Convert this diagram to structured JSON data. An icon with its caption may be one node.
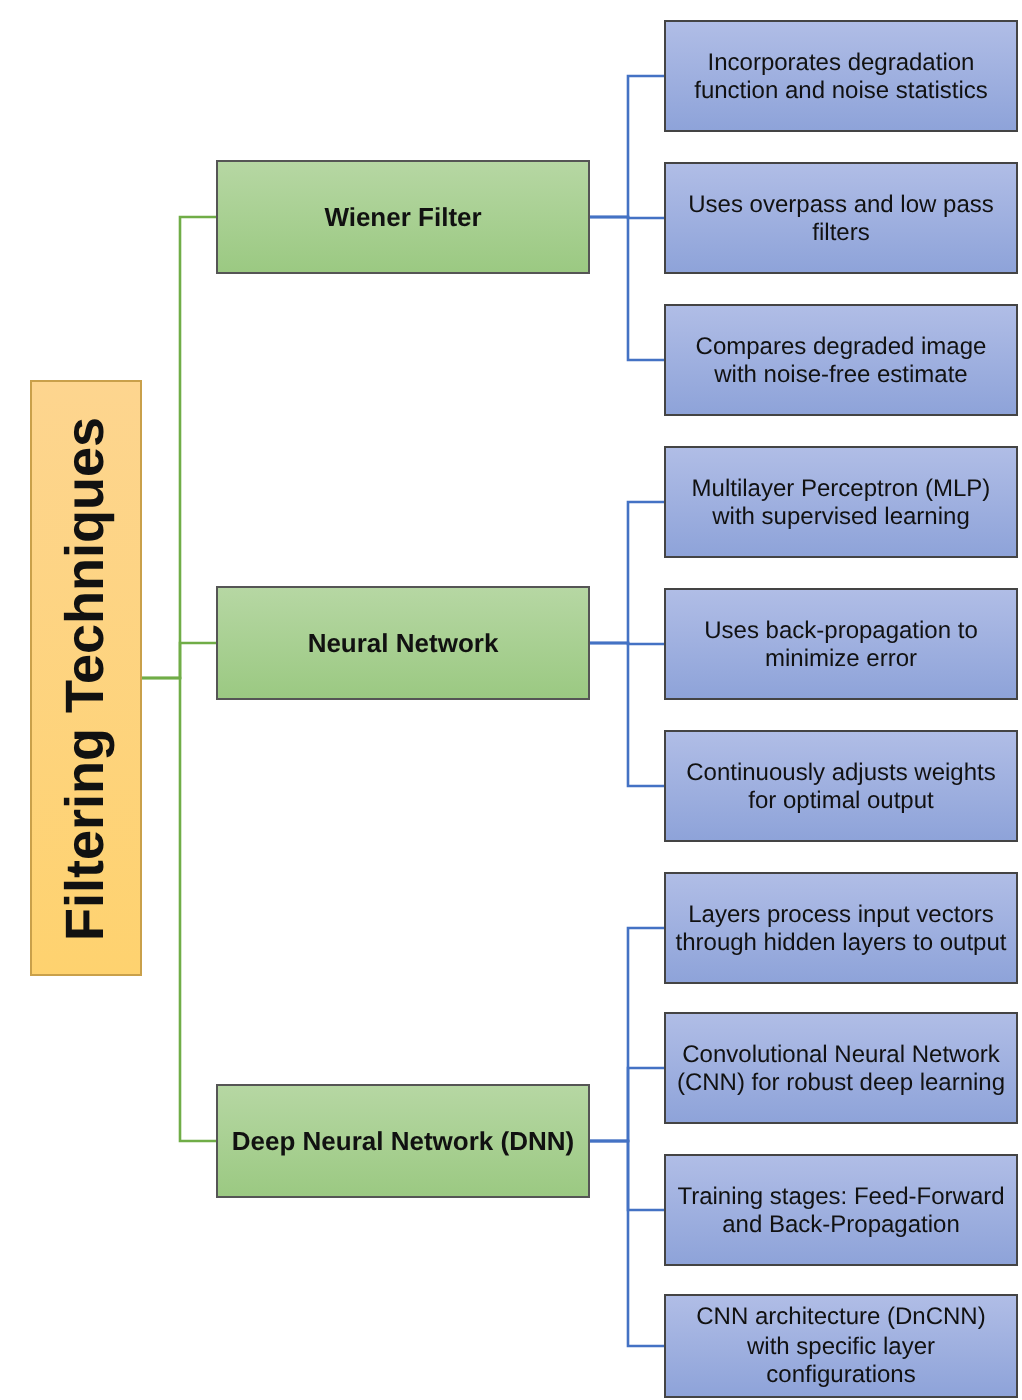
{
  "diagram": {
    "nodes": [
      {
        "text": [
          "Filtering Techniques"
        ]
      },
      {
        "text": [
          "Wiener Filter"
        ]
      },
      {
        "text": [
          "Incorporates degradation function and noise statistics"
        ]
      },
      {
        "text": [
          "Uses overpass and low pass filters"
        ]
      },
      {
        "text": [
          "Compares degraded image with noise-free estimate"
        ]
      },
      {
        "text": [
          "Neural Network"
        ]
      },
      {
        "text": [
          "Multilayer Perceptron (MLP) with supervised learning"
        ]
      },
      {
        "text": [
          "Uses back-propagation to minimize error"
        ]
      },
      {
        "text": [
          "Continuously adjusts weights for optimal output"
        ]
      },
      {
        "text": [
          "Deep Neural Network (DNN)"
        ]
      },
      {
        "text": [
          "Layers process input vectors through hidden layers to output"
        ]
      },
      {
        "text": [
          "Convolutional Neural Network (CNN) for robust deep learning"
        ]
      },
      {
        "text": [
          "Training stages: Feed-Forward and Back-Propagation"
        ]
      },
      {
        "text": [
          "CNN architecture (DnCNN) with specific layer configurations"
        ]
      }
    ],
    "edges": [
      {
        "from": 0,
        "to": 1,
        "arrow": "none",
        "color": "#70ad47"
      },
      {
        "from": 0,
        "to": 5,
        "arrow": "none",
        "color": "#70ad47"
      },
      {
        "from": 0,
        "to": 9,
        "arrow": "none",
        "color": "#70ad47"
      },
      {
        "from": 1,
        "to": 2,
        "arrow": "none"
      },
      {
        "from": 1,
        "to": 3,
        "arrow": "none"
      },
      {
        "from": 1,
        "to": 4,
        "arrow": "none"
      },
      {
        "from": 5,
        "to": 6,
        "arrow": "none"
      },
      {
        "from": 5,
        "to": 7,
        "arrow": "none"
      },
      {
        "from": 5,
        "to": 8,
        "arrow": "none"
      },
      {
        "from": 9,
        "to": 10,
        "arrow": "none"
      },
      {
        "from": 9,
        "to": 11,
        "arrow": "none"
      },
      {
        "from": 9,
        "to": 12,
        "arrow": "none"
      },
      {
        "from": 9,
        "to": 13,
        "arrow": "none"
      }
    ]
  }
}
